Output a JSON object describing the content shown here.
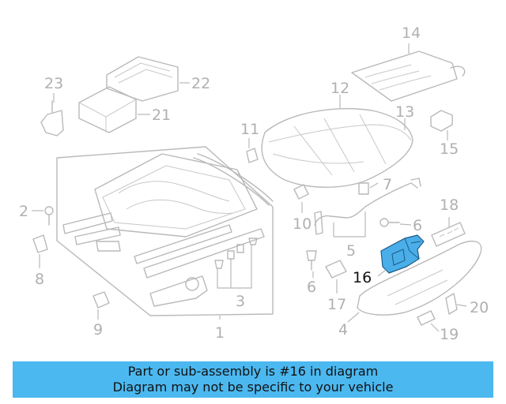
{
  "diagram": {
    "highlight_color": "#4aaee8",
    "highlighted_part": "16",
    "callouts": {
      "c1": "1",
      "c2": "2",
      "c3": "3",
      "c4": "4",
      "c5": "5",
      "c6a": "6",
      "c6b": "6",
      "c7": "7",
      "c8": "8",
      "c9": "9",
      "c10": "10",
      "c11": "11",
      "c12": "12",
      "c13": "13",
      "c14": "14",
      "c15": "15",
      "c16": "16",
      "c17": "17",
      "c18": "18",
      "c19": "19",
      "c20": "20",
      "c21": "21",
      "c22": "22",
      "c23": "23"
    }
  },
  "banner": {
    "line1": "Part or sub-assembly is #16 in diagram",
    "line2": "Diagram may not be specific to your vehicle",
    "background": "#4bb8f0"
  }
}
